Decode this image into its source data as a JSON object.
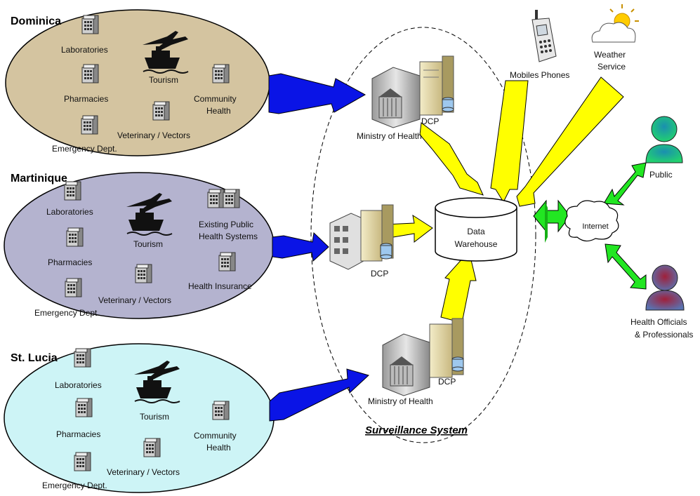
{
  "regions": [
    {
      "name": "Dominica",
      "color": "#d4c4a0",
      "nodes": {
        "laboratories": "Laboratories",
        "pharmacies": "Pharmacies",
        "tourism": "Tourism",
        "community_health": [
          "Community",
          "Health"
        ],
        "veterinary": "Veterinary / Vectors",
        "emergency": "Emergency Dept."
      }
    },
    {
      "name": "Martinique",
      "color": "#b4b3cf",
      "nodes": {
        "laboratories": "Laboratories",
        "pharmacies": "Pharmacies",
        "tourism": "Tourism",
        "existing_systems": [
          "Existing Public",
          "Health Systems"
        ],
        "veterinary": "Veterinary / Vectors",
        "health_insurance": "Health Insurance",
        "emergency": "Emergency Dept."
      }
    },
    {
      "name": "St. Lucia",
      "color": "#cdf4f6",
      "nodes": {
        "laboratories": "Laboratories",
        "pharmacies": "Pharmacies",
        "tourism": "Tourism",
        "community_health": [
          "Community",
          "Health"
        ],
        "veterinary": "Veterinary / Vectors",
        "emergency": "Emergency Dept."
      }
    }
  ],
  "surveillance": {
    "caption": "Surveillance System",
    "ministry_top": "Ministry of Health",
    "ministry_bottom": "Ministry of Health",
    "dcp_top": "DCP",
    "dcp_middle": "DCP",
    "dcp_bottom": "DCP",
    "warehouse": [
      "Data",
      "Warehouse"
    ]
  },
  "external": {
    "mobiles": "Mobiles Phones",
    "weather": [
      "Weather",
      "Service"
    ],
    "internet": "Internet",
    "public": "Public",
    "officials": [
      "Health Officials",
      "& Professionals"
    ]
  },
  "colors": {
    "blue_arrow": "#0a14e6",
    "yellow_arrow": "#ffff00",
    "green_arrow": "#22e622",
    "public_person": "#22c46a",
    "official_person": "#5a72a8"
  }
}
